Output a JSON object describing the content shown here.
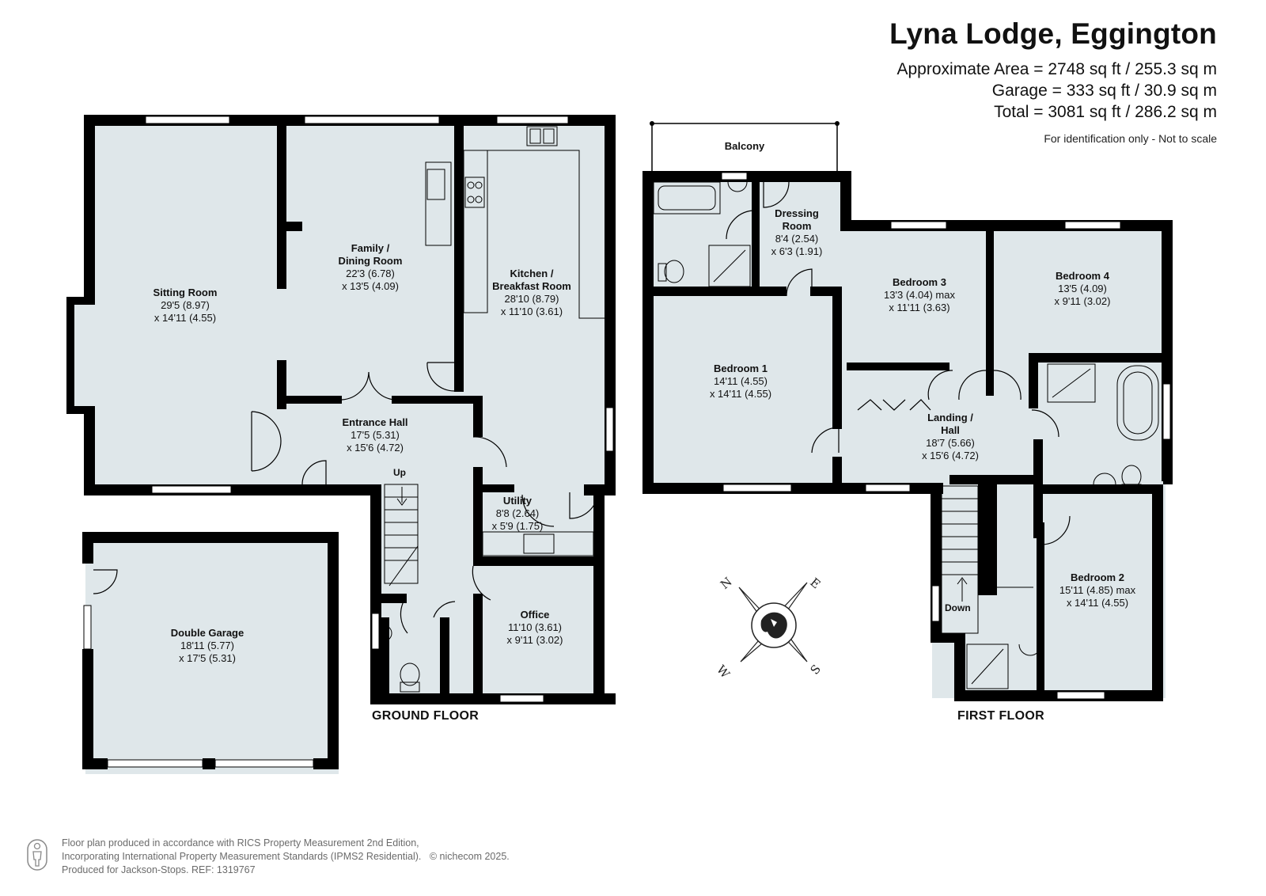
{
  "header": {
    "title": "Lyna Lodge, Eggington",
    "approx_area": "Approximate Area = 2748 sq ft / 255.3 sq m",
    "garage_area": "Garage = 333 sq ft / 30.9 sq m",
    "total_area": "Total = 3081 sq ft / 286.2 sq m",
    "note": "For identification only - Not to scale"
  },
  "floors": {
    "ground": "GROUND FLOOR",
    "first": "FIRST FLOOR"
  },
  "rooms": {
    "sitting": {
      "name": "Sitting Room",
      "dim1": "29'5 (8.97)",
      "dim2": "x 14'11 (4.55)"
    },
    "family": {
      "name1": "Family /",
      "name2": "Dining Room",
      "dim1": "22'3 (6.78)",
      "dim2": "x 13'5 (4.09)"
    },
    "kitchen": {
      "name1": "Kitchen /",
      "name2": "Breakfast Room",
      "dim1": "28'10 (8.79)",
      "dim2": "x 11'10 (3.61)"
    },
    "entrance": {
      "name": "Entrance Hall",
      "dim1": "17'5 (5.31)",
      "dim2": "x 15'6 (4.72)"
    },
    "utility": {
      "name": "Utility",
      "dim1": "8'8 (2.64)",
      "dim2": "x 5'9 (1.75)"
    },
    "office": {
      "name": "Office",
      "dim1": "11'10 (3.61)",
      "dim2": "x 9'11 (3.02)"
    },
    "garage": {
      "name": "Double Garage",
      "dim1": "18'11 (5.77)",
      "dim2": "x 17'5 (5.31)"
    },
    "balcony": {
      "name": "Balcony"
    },
    "dressing": {
      "name1": "Dressing",
      "name2": "Room",
      "dim1": "8'4 (2.54)",
      "dim2": "x 6'3 (1.91)"
    },
    "bedroom1": {
      "name": "Bedroom 1",
      "dim1": "14'11 (4.55)",
      "dim2": "x 14'11 (4.55)"
    },
    "bedroom3": {
      "name": "Bedroom 3",
      "dim1": "13'3 (4.04) max",
      "dim2": "x 11'11 (3.63)"
    },
    "bedroom4": {
      "name": "Bedroom 4",
      "dim1": "13'5 (4.09)",
      "dim2": "x 9'11 (3.02)"
    },
    "landing": {
      "name1": "Landing /",
      "name2": "Hall",
      "dim1": "18'7 (5.66)",
      "dim2": "x 15'6 (4.72)"
    },
    "bedroom2": {
      "name": "Bedroom 2",
      "dim1": "15'11 (4.85) max",
      "dim2": "x 14'11 (4.55)"
    }
  },
  "stairs": {
    "up": "Up",
    "down": "Down"
  },
  "compass": {
    "n": "N",
    "e": "E",
    "s": "S",
    "w": "W"
  },
  "footer": {
    "line1": "Floor plan produced in accordance with RICS Property Measurement 2nd Edition,",
    "line2": "Incorporating International Property Measurement Standards (IPMS2 Residential).",
    "copyright": "© nichecom 2025.",
    "line3": "Produced for Jackson-Stops.   REF: 1319767"
  },
  "colors": {
    "floor": "#dfe7ea",
    "wall": "#000000",
    "window": "#ffffff"
  },
  "icons": [
    "person-logo-icon",
    "compass-icon"
  ]
}
